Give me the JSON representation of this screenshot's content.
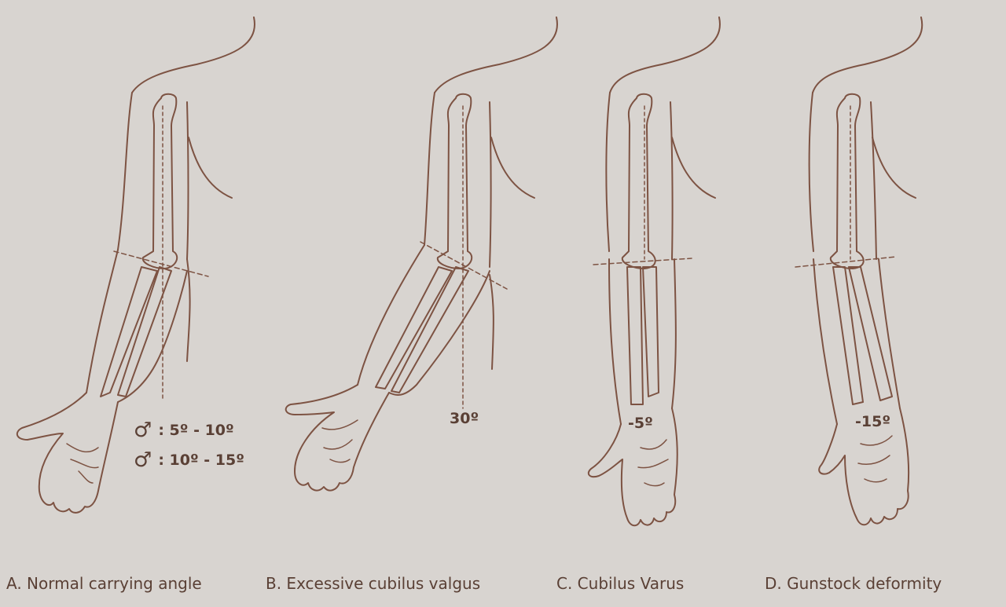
{
  "colors": {
    "background": "#d8d4d0",
    "line": "#7d5343",
    "text": "#5a4035"
  },
  "panels": [
    {
      "id": "A",
      "caption": "A. Normal carrying angle",
      "angle_rows": [
        {
          "icon": "male-symbol-icon",
          "symbol": "♂",
          "label": ": 5º - 10º"
        },
        {
          "icon": "female-symbol-icon",
          "symbol": "♂",
          "label": ": 10º - 15º"
        }
      ]
    },
    {
      "id": "B",
      "caption": "B. Excessive cubilus valgus",
      "angle": "30º"
    },
    {
      "id": "C",
      "caption": "C. Cubilus Varus",
      "angle": "-5º"
    },
    {
      "id": "D",
      "caption": "D. Gunstock deformity",
      "angle": "-15º"
    }
  ]
}
